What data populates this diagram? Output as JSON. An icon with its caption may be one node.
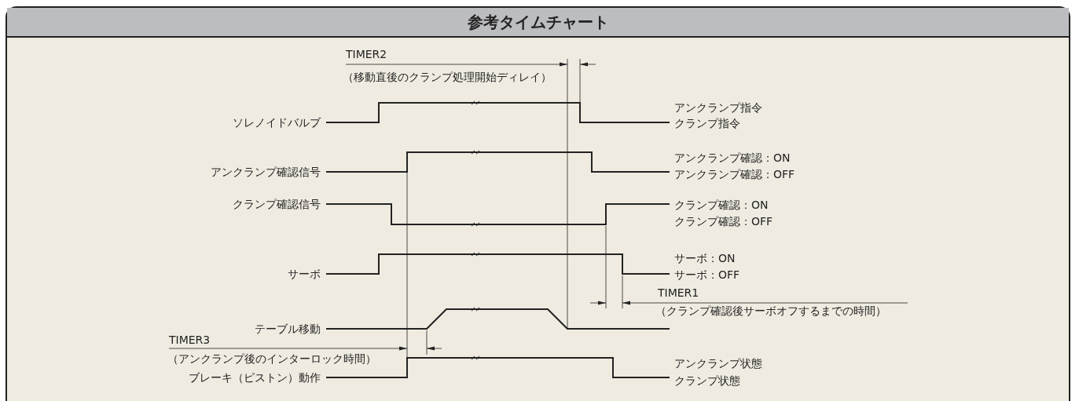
{
  "diagram": {
    "title": "参考タイムチャート",
    "labels": [
      "TIMER2",
      "（移動直後のクランプ処理開始ディレイ）",
      "ソレノイドバルブ",
      "アンクランプ指令",
      "クランプ指令",
      "アンクランプ確認信号",
      "アンクランプ確認：ON",
      "アンクランプ確認：OFF",
      "クランプ確認信号",
      "クランプ確認：ON",
      "クランプ確認：OFF",
      "サーボ",
      "サーボ：ON",
      "サーボ：OFF",
      "TIMER1",
      "（クランプ確認後サーボオフするまでの時間）",
      "テーブル移動",
      "TIMER3",
      "（アンクランプ後のインターロック時間）",
      "ブレーキ（ピストン）動作",
      "アンクランプ状態",
      "クランプ状態"
    ]
  }
}
